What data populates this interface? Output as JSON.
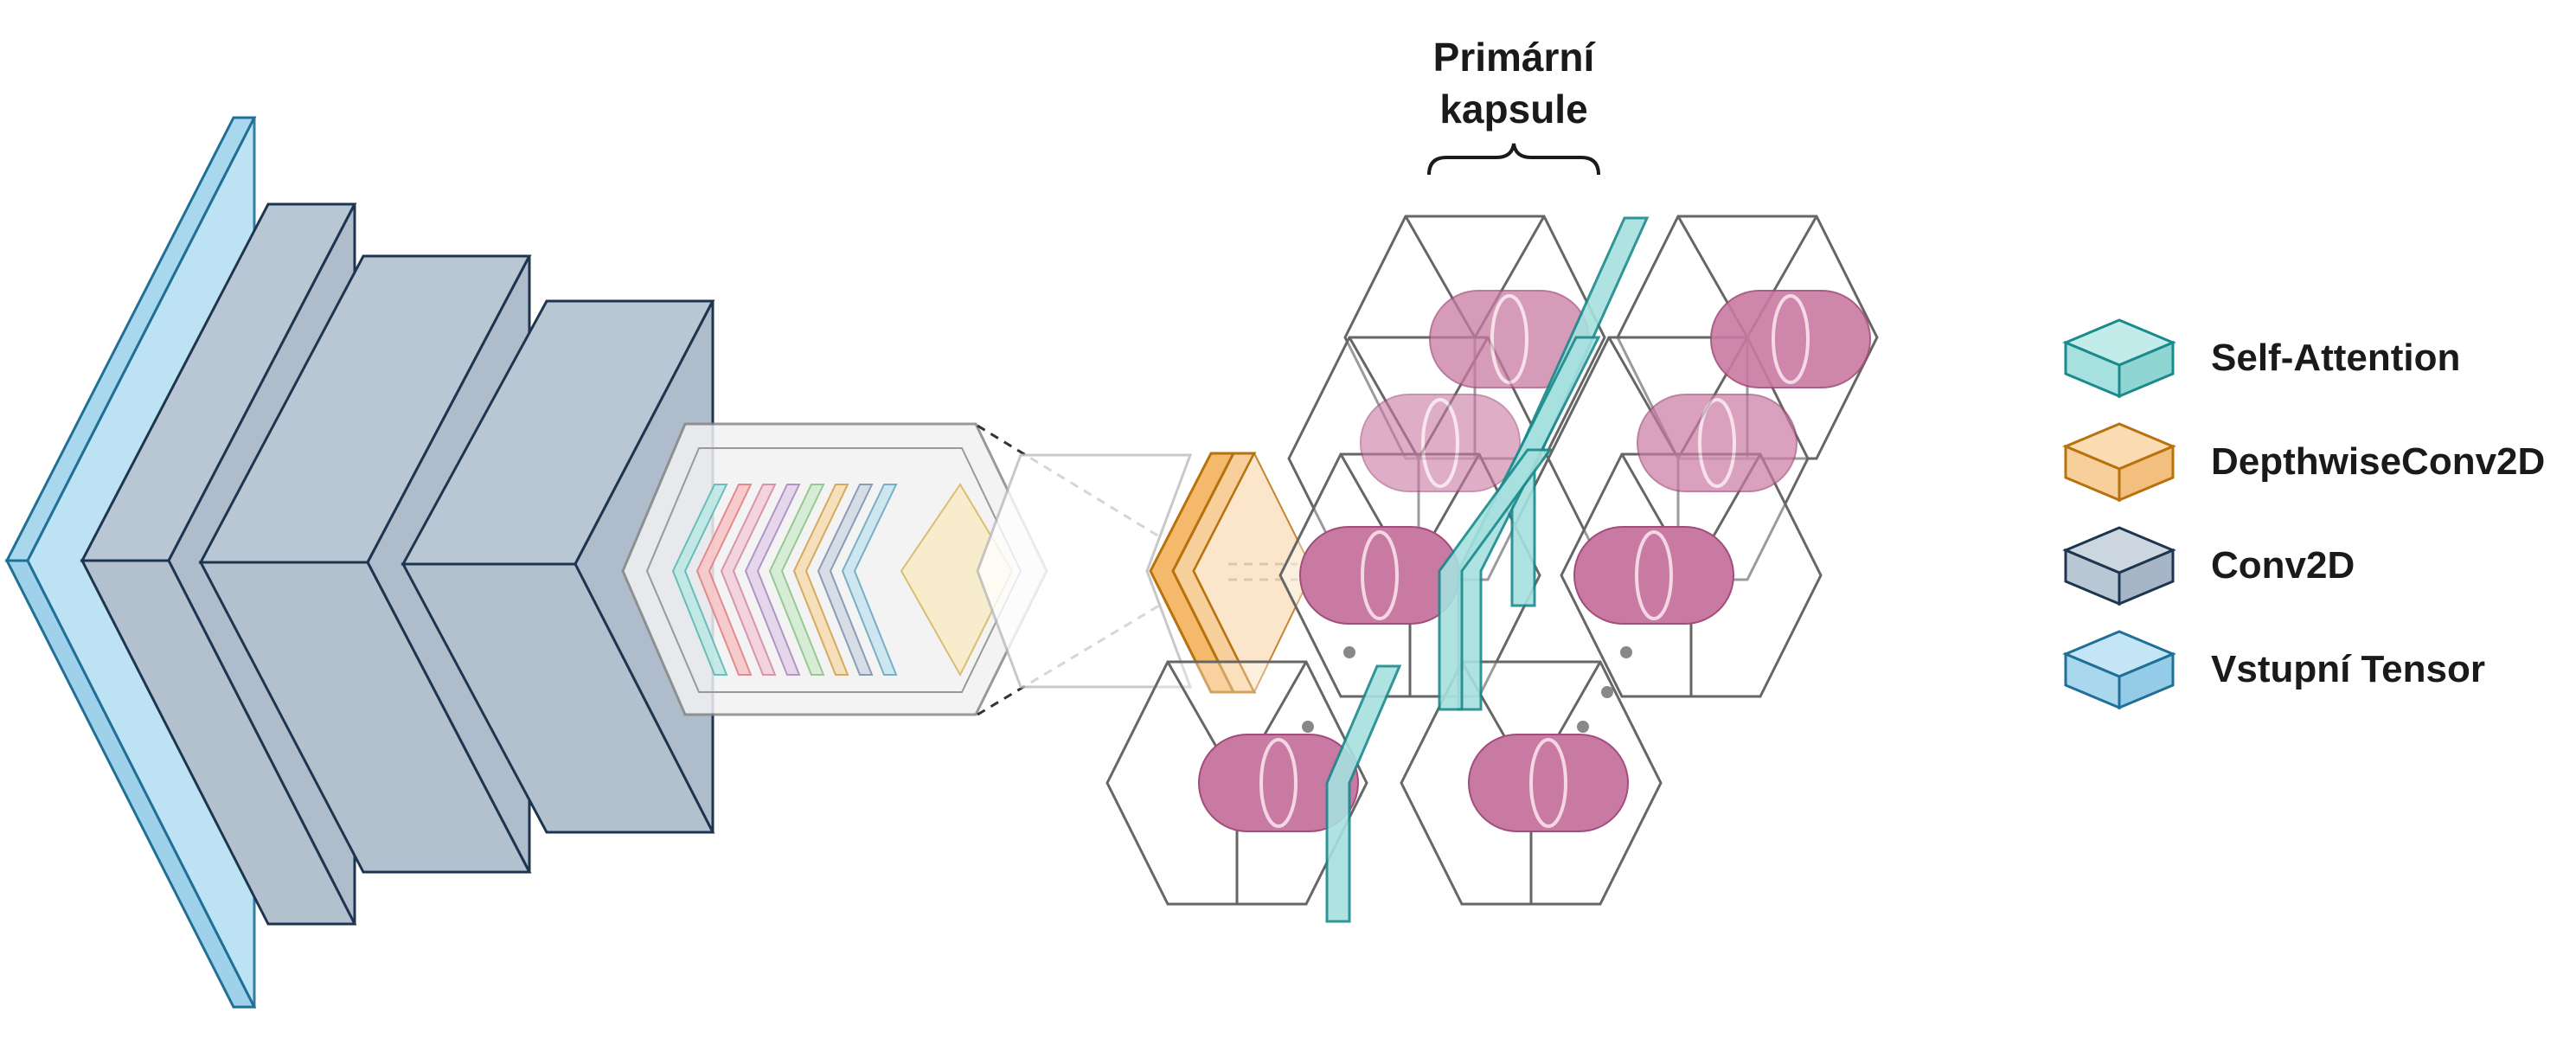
{
  "colors": {
    "input_tensor": "#a9d8ee",
    "input_tensor_stroke": "#1f6f96",
    "conv2d": "#b9c6d3",
    "conv2d_stroke": "#1e3550",
    "depthwise": "#f7cf9a",
    "depthwise_stroke": "#b8720c",
    "self_attention": "#a7e1df",
    "self_attention_stroke": "#1a8a8c",
    "capsule": "#c97aa2",
    "capsule_stroke": "#a24d7c",
    "cube_stroke": "#666666"
  },
  "diagram": {
    "title_line1": "Primární",
    "title_line2": "kapsule"
  },
  "legend": [
    {
      "label": "Self-Attention",
      "icon": "self-attention-swatch-icon"
    },
    {
      "label": "DepthwiseConv2D",
      "icon": "depthwise-swatch-icon"
    },
    {
      "label": "Conv2D",
      "icon": "conv2d-swatch-icon"
    },
    {
      "label": "Vstupní Tensor",
      "icon": "input-tensor-swatch-icon"
    }
  ]
}
